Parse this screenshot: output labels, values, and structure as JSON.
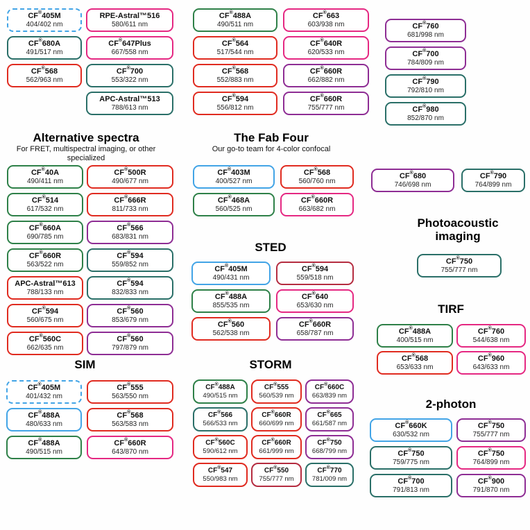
{
  "palette": {
    "blue": "#42a4e6",
    "green": "#2e8048",
    "teal": "#2a6f68",
    "red": "#e02b20",
    "crimson": "#b52c40",
    "pink": "#e52882",
    "purple": "#8e2d94",
    "pill_bg": "#ffffff",
    "text": "#111111"
  },
  "sections": {
    "alt": {
      "title": "Alternative spectra",
      "subtitle": "For FRET, multispectral imaging, or other specialized"
    },
    "fab": {
      "title": "The Fab Four",
      "subtitle": "Our go-to team for 4-color confocal"
    },
    "sted": {
      "title": "STED"
    },
    "photoacoustic": {
      "title": "Photoacoustic imaging"
    },
    "tirf": {
      "title": "TIRF"
    },
    "sim": {
      "title": "SIM"
    },
    "storm": {
      "title": "STORM"
    },
    "twophoton": {
      "title": "2-photon"
    }
  },
  "groups": {
    "top1": [
      {
        "name": "CF®405M",
        "value": "404/402 nm",
        "color": "blue",
        "border": "dashed"
      },
      {
        "name": "CF®680A",
        "value": "491/517 nm",
        "color": "teal"
      },
      {
        "name": "CF®568",
        "value": "562/963 nm",
        "color": "red"
      }
    ],
    "top2": [
      {
        "name": "RPE-Astral™516",
        "value": "580/611 nm",
        "color": "pink"
      },
      {
        "name": "CF®647Plus",
        "value": "667/558 nm",
        "color": "pink"
      },
      {
        "name": "CF®700",
        "value": "553/322 nm",
        "color": "teal"
      },
      {
        "name": "APC-Astral™513",
        "value": "788/613 nm",
        "color": "teal"
      }
    ],
    "top3": [
      {
        "name": "CF®488A",
        "value": "490/511 nm",
        "color": "green"
      },
      {
        "name": "CF®564",
        "value": "517/544 nm",
        "color": "red"
      },
      {
        "name": "CF®568",
        "value": "552/883 nm",
        "color": "red"
      },
      {
        "name": "CF®594",
        "value": "556/812 nm",
        "color": "red"
      }
    ],
    "top4": [
      {
        "name": "CF®663",
        "value": "603/938 nm",
        "color": "pink"
      },
      {
        "name": "CF®640R",
        "value": "620/533 nm",
        "color": "pink"
      },
      {
        "name": "CF®660R",
        "value": "662/882 nm",
        "color": "purple"
      },
      {
        "name": "CF®660R",
        "value": "755/777 nm",
        "color": "purple"
      }
    ],
    "top5": [
      {
        "name": "CF®760",
        "value": "681/998 nm",
        "color": "purple"
      },
      {
        "name": "CF®700",
        "value": "784/809 nm",
        "color": "purple"
      },
      {
        "name": "CF®790",
        "value": "792/810 nm",
        "color": "teal"
      },
      {
        "name": "CF®980",
        "value": "852/870 nm",
        "color": "teal"
      }
    ],
    "alt": [
      {
        "name": "CF®40A",
        "value": "490/411 nm",
        "color": "green"
      },
      {
        "name": "CF®500R",
        "value": "490/677 nm",
        "color": "red"
      },
      {
        "name": "CF®514",
        "value": "617/532 nm",
        "color": "green"
      },
      {
        "name": "CF®666R",
        "value": "811/733 nm",
        "color": "red"
      },
      {
        "name": "CF®660A",
        "value": "690/785 nm",
        "color": "green"
      },
      {
        "name": "CF®566",
        "value": "683/831 nm",
        "color": "purple"
      },
      {
        "name": "CF®660R",
        "value": "563/522 nm",
        "color": "green"
      },
      {
        "name": "CF®594",
        "value": "559/852 nm",
        "color": "teal"
      },
      {
        "name": "APC-Astral™613",
        "value": "788/133 nm",
        "color": "red"
      },
      {
        "name": "CF®594",
        "value": "832/833 nm",
        "color": "teal"
      },
      {
        "name": "CF®594",
        "value": "560/675 nm",
        "color": "red"
      },
      {
        "name": "CF®560",
        "value": "853/679 nm",
        "color": "purple"
      },
      {
        "name": "CF®560C",
        "value": "662/635 nm",
        "color": "red"
      },
      {
        "name": "CF®560",
        "value": "797/879 nm",
        "color": "purple"
      }
    ],
    "fab": [
      {
        "name": "CF®403M",
        "value": "400/527 nm",
        "color": "blue"
      },
      {
        "name": "CF®568",
        "value": "560/760 nm",
        "color": "red"
      },
      {
        "name": "CF®468A",
        "value": "560/525 nm",
        "color": "green"
      },
      {
        "name": "CF®660R",
        "value": "663/682 nm",
        "color": "pink"
      }
    ],
    "nir_pair": [
      {
        "name": "CF®680",
        "value": "746/698 nm",
        "color": "purple"
      },
      {
        "name": "CF®790",
        "value": "764/899 nm",
        "color": "teal"
      }
    ],
    "photoacoustic": [
      {
        "name": "CF®750",
        "value": "755/777 nm",
        "color": "teal"
      }
    ],
    "sted": [
      {
        "name": "CF®405M",
        "value": "490/431 nm",
        "color": "blue"
      },
      {
        "name": "CF®594",
        "value": "559/518 nm",
        "color": "crimson"
      },
      {
        "name": "CF®488A",
        "value": "855/535 nm",
        "color": "green"
      },
      {
        "name": "CF®640",
        "value": "653/630 nm",
        "color": "pink"
      },
      {
        "name": "CF®560",
        "value": "562/538 nm",
        "color": "red"
      },
      {
        "name": "CF®660R",
        "value": "658/787 nm",
        "color": "purple"
      }
    ],
    "tirf": [
      {
        "name": "CF®488A",
        "value": "400/515 nm",
        "color": "green"
      },
      {
        "name": "CF®760",
        "value": "544/638 nm",
        "color": "pink"
      },
      {
        "name": "CF®568",
        "value": "653/633 nm",
        "color": "red"
      },
      {
        "name": "CF®960",
        "value": "643/633 nm",
        "color": "pink"
      }
    ],
    "sim": [
      {
        "name": "CF®405M",
        "value": "401/432 nm",
        "color": "blue",
        "border": "dashed"
      },
      {
        "name": "CF®555",
        "value": "563/550 nm",
        "color": "red"
      },
      {
        "name": "CF®488A",
        "value": "480/633 nm",
        "color": "blue"
      },
      {
        "name": "CF®568",
        "value": "563/583 nm",
        "color": "red"
      },
      {
        "name": "CF®488A",
        "value": "490/515 nm",
        "color": "green"
      },
      {
        "name": "CF®660R",
        "value": "643/870 nm",
        "color": "pink"
      }
    ],
    "storm": [
      {
        "name": "CF®488A",
        "value": "490/515 nm",
        "color": "green"
      },
      {
        "name": "CF®555",
        "value": "560/539 nm",
        "color": "red"
      },
      {
        "name": "CF®660C",
        "value": "663/839 nm",
        "color": "purple"
      },
      {
        "name": "CF®566",
        "value": "566/533 nm",
        "color": "teal"
      },
      {
        "name": "CF®660R",
        "value": "660/699 nm",
        "color": "red"
      },
      {
        "name": "CF®665",
        "value": "661/587 nm",
        "color": "purple"
      },
      {
        "name": "CF®560C",
        "value": "590/612 nm",
        "color": "red"
      },
      {
        "name": "CF®660R",
        "value": "661/999 nm",
        "color": "red"
      },
      {
        "name": "CF®750",
        "value": "668/799 nm",
        "color": "purple"
      },
      {
        "name": "CF®547",
        "value": "550/983 nm",
        "color": "red"
      },
      {
        "name": "CF®550",
        "value": "755/777 nm",
        "color": "crimson"
      },
      {
        "name": "CF®770",
        "value": "781/009 nm",
        "color": "teal"
      }
    ],
    "twophoton": [
      {
        "name": "CF®660K",
        "value": "630/532 nm",
        "color": "blue"
      },
      {
        "name": "CF®750",
        "value": "755/777 nm",
        "color": "purple"
      },
      {
        "name": "CF®750",
        "value": "759/775 nm",
        "color": "teal"
      },
      {
        "name": "CF®750",
        "value": "764/899 nm",
        "color": "pink"
      },
      {
        "name": "CF®700",
        "value": "791/813 nm",
        "color": "teal"
      },
      {
        "name": "CF®900",
        "value": "791/870 nm",
        "color": "purple"
      }
    ]
  }
}
